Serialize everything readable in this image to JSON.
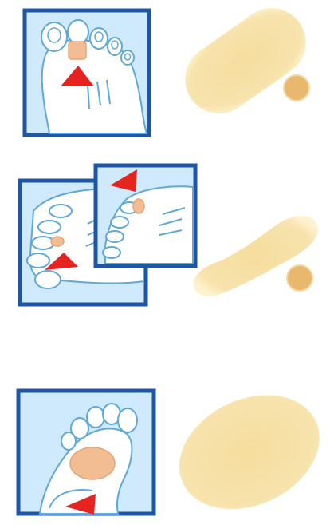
{
  "page": {
    "background": "#ffffff"
  },
  "colors": {
    "frame_blue": "#1e56a5",
    "panel_blue": "#cfeafc",
    "foot_white": "#ffffff",
    "foot_outline": "#5fa8d7",
    "pad": "#f2bd92",
    "pad_outline": "#e6a37c",
    "plaster": "#f5dd9d",
    "plaster_edge": "#fff3cf",
    "dot": "#e8b86f",
    "arrow_red": "#e52420"
  },
  "rows": [
    {
      "name": "toe-top-row",
      "illustration": "toe-top-foot-icon",
      "product": "oval-plaster-icon",
      "accessory": "small-round-plaster-icon"
    },
    {
      "name": "toe-side-row",
      "illustration": "toe-side-foot-icon",
      "product": "elongated-plaster-icon",
      "accessory": "small-round-plaster-icon"
    },
    {
      "name": "sole-row",
      "illustration": "sole-foot-icon",
      "product": "large-oval-plaster-icon"
    }
  ]
}
